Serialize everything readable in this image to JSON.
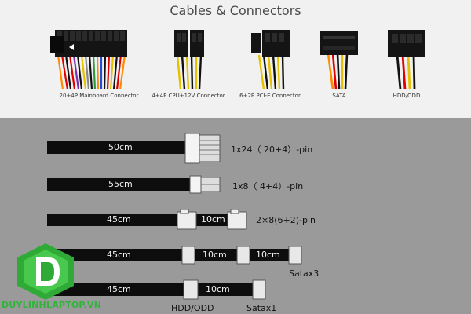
{
  "title": "Cables & Connectors",
  "connectors": [
    {
      "label": "20+4P Mainboard Connector",
      "icon": "atx-24pin-connector-icon"
    },
    {
      "label": "4+4P CPU+12V Connector",
      "icon": "cpu-8pin-connector-icon"
    },
    {
      "label": "6+2P PCI-E Connector",
      "icon": "pcie-8pin-connector-icon"
    },
    {
      "label": "SATA",
      "icon": "sata-connector-icon"
    },
    {
      "label": "HDD/ODD",
      "icon": "molex-connector-icon"
    }
  ],
  "cables": [
    {
      "length": "50cm",
      "pins": "1x24（ 20+4）-pin"
    },
    {
      "length": "55cm",
      "pins": "1x8（ 4+4）-pin"
    },
    {
      "length": "45cm",
      "segment": "10cm",
      "pins": "2×8(6+2)-pin"
    },
    {
      "length": "45cm",
      "segments": [
        "10cm",
        "10cm"
      ],
      "pins": "Satax3"
    },
    {
      "length": "45cm",
      "segment": "10cm",
      "label_a": "HDD/ODD",
      "label_b": "Satax1"
    }
  ],
  "watermark": "DUYLINHLAPTOP.VN",
  "colors": {
    "top_bg": "#f1f1f1",
    "bottom_bg": "#9a9a9a",
    "cable": "#0d0d0d",
    "brand_green": "#30b53b"
  }
}
